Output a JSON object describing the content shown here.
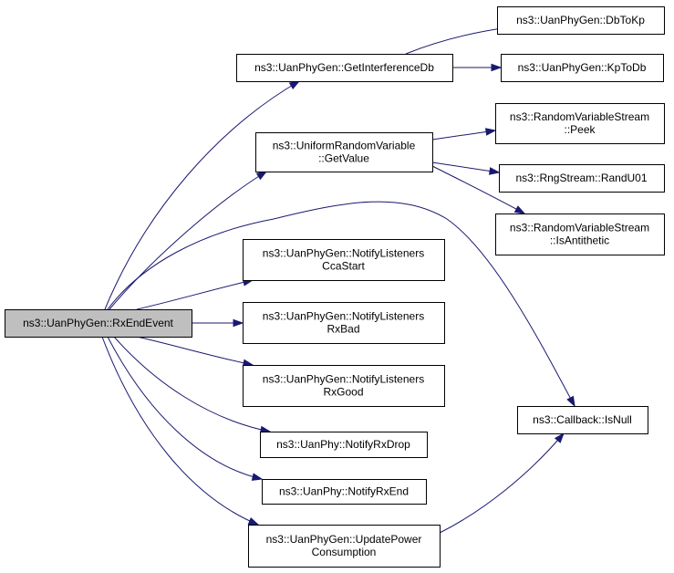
{
  "graph": {
    "root": "rx-end-event",
    "nodes": [
      {
        "id": "rx-end-event",
        "lines": [
          "ns3::UanPhyGen::RxEndEvent"
        ],
        "root": true
      },
      {
        "id": "get-interference-db",
        "lines": [
          "ns3::UanPhyGen::GetInterferenceDb"
        ]
      },
      {
        "id": "uniform-get-value",
        "lines": [
          "ns3::UniformRandomVariable",
          "::GetValue"
        ]
      },
      {
        "id": "notify-cca-start",
        "lines": [
          "ns3::UanPhyGen::NotifyListeners",
          "CcaStart"
        ]
      },
      {
        "id": "notify-rx-bad",
        "lines": [
          "ns3::UanPhyGen::NotifyListeners",
          "RxBad"
        ]
      },
      {
        "id": "notify-rx-good",
        "lines": [
          "ns3::UanPhyGen::NotifyListeners",
          "RxGood"
        ]
      },
      {
        "id": "notify-rx-drop",
        "lines": [
          "ns3::UanPhy::NotifyRxDrop"
        ]
      },
      {
        "id": "notify-rx-end",
        "lines": [
          "ns3::UanPhy::NotifyRxEnd"
        ]
      },
      {
        "id": "update-power",
        "lines": [
          "ns3::UanPhyGen::UpdatePower",
          "Consumption"
        ]
      },
      {
        "id": "db-to-kp",
        "lines": [
          "ns3::UanPhyGen::DbToKp"
        ]
      },
      {
        "id": "kp-to-db",
        "lines": [
          "ns3::UanPhyGen::KpToDb"
        ]
      },
      {
        "id": "rvs-peek",
        "lines": [
          "ns3::RandomVariableStream",
          "::Peek"
        ]
      },
      {
        "id": "rng-rand-u01",
        "lines": [
          "ns3::RngStream::RandU01"
        ]
      },
      {
        "id": "rvs-is-antithetic",
        "lines": [
          "ns3::RandomVariableStream",
          "::IsAntithetic"
        ]
      },
      {
        "id": "callback-is-null",
        "lines": [
          "ns3::Callback::IsNull"
        ]
      }
    ],
    "edges": [
      {
        "from": "rx-end-event",
        "to": "get-interference-db"
      },
      {
        "from": "rx-end-event",
        "to": "uniform-get-value"
      },
      {
        "from": "rx-end-event",
        "to": "callback-is-null"
      },
      {
        "from": "rx-end-event",
        "to": "notify-cca-start"
      },
      {
        "from": "rx-end-event",
        "to": "notify-rx-bad"
      },
      {
        "from": "rx-end-event",
        "to": "notify-rx-good"
      },
      {
        "from": "rx-end-event",
        "to": "notify-rx-drop"
      },
      {
        "from": "rx-end-event",
        "to": "notify-rx-end"
      },
      {
        "from": "rx-end-event",
        "to": "update-power"
      },
      {
        "from": "get-interference-db",
        "to": "db-to-kp"
      },
      {
        "from": "get-interference-db",
        "to": "kp-to-db"
      },
      {
        "from": "uniform-get-value",
        "to": "rvs-peek"
      },
      {
        "from": "uniform-get-value",
        "to": "rng-rand-u01"
      },
      {
        "from": "uniform-get-value",
        "to": "rvs-is-antithetic"
      },
      {
        "from": "update-power",
        "to": "callback-is-null"
      }
    ]
  }
}
